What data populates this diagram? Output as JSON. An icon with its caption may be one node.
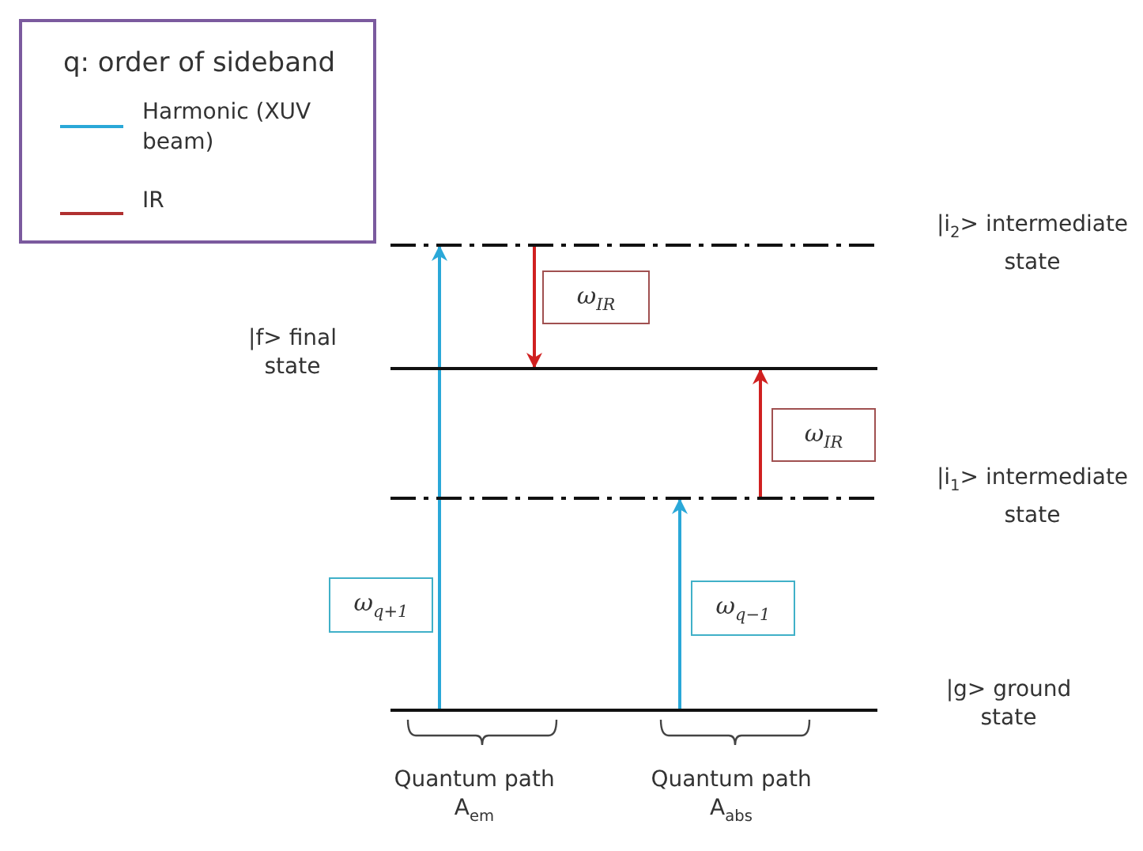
{
  "diagram": {
    "nodes": [
      {
        "text": [],
        "shape": "bar",
        "beside": [
          "|i$_{2}$> intermediate state"
        ]
      },
      {
        "text": [],
        "shape": "bar",
        "beside": [
          "|f> final state"
        ]
      },
      {
        "text": [],
        "shape": "bar",
        "beside": [
          "|i$_{1}$> intermediate state"
        ]
      },
      {
        "text": [],
        "shape": "bar",
        "beside": [
          "|g> ground state"
        ]
      }
    ],
    "edges": [
      {
        "from": 3,
        "to": 0,
        "arrow": "to",
        "label": "ω$_{q+1}$",
        "color": "#2aa8d8"
      },
      {
        "from": 0,
        "to": 1,
        "arrow": "to",
        "label": "ω$_{IR}$",
        "color": "#d02020"
      },
      {
        "from": 2,
        "to": 1,
        "arrow": "to",
        "label": "ω$_{IR}$",
        "color": "#d02020"
      },
      {
        "from": 3,
        "to": 2,
        "arrow": "to",
        "label": "ω$_{q−1}$",
        "color": "#2aa8d8"
      }
    ],
    "labels": [
      "q: order of sideband",
      "Quantum path A$_{em}$",
      "Quantum path A$_{abs}$"
    ],
    "legend": [
      {
        "text": "Harmonic (XUV beam)"
      },
      {
        "text": "IR"
      }
    ]
  }
}
